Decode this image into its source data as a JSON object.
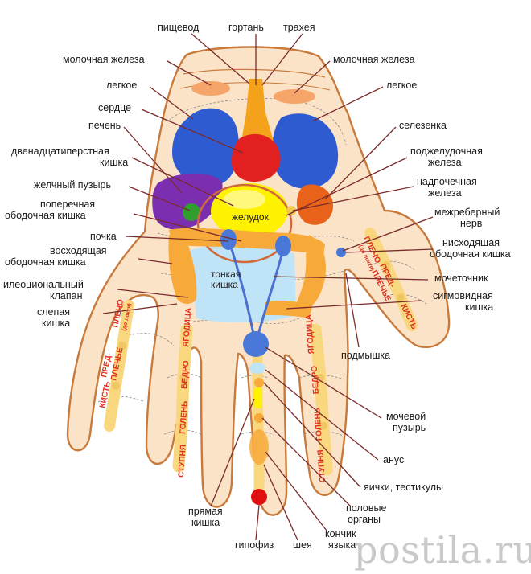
{
  "labels": {
    "esophagus": "пищевод",
    "larynx": "гортань",
    "trachea": "трахея",
    "mammary_left": "молочная железа",
    "mammary_right": "молочная железа",
    "lung_left": "легкое",
    "lung_right": "легкое",
    "heart": "сердце",
    "liver": "печень",
    "spleen": "селезенка",
    "duodenum_1": "двенадцатиперстная",
    "duodenum_2": "кишка",
    "pancreas_1": "поджелудочная",
    "pancreas_2": "железа",
    "gallbladder": "желчный пузырь",
    "adrenal_1": "надпочечная",
    "adrenal_2": "железа",
    "transverse_colon_1": "поперечная",
    "transverse_colon_2": "ободочная кишка",
    "intercostal_1": "межреберный",
    "intercostal_2": "нерв",
    "kidney": "почка",
    "descending_colon_1": "нисходящая",
    "descending_colon_2": "ободочная кишка",
    "ascending_colon_1": "восходящая",
    "ascending_colon_2": "ободочная кишка",
    "ureter": "мочеточник",
    "ileocecal_1": "илеоциональный",
    "ileocecal_2": "клапан",
    "sigmoid_colon_1": "сигмовидная",
    "sigmoid_colon_2": "кишка",
    "cecum_1": "слепая",
    "cecum_2": "кишка",
    "armpit": "подмышка",
    "bladder_1": "мочевой",
    "bladder_2": "пузырь",
    "anus": "анус",
    "testicles": "яички, тестикулы",
    "genitals_1": "половые",
    "genitals_2": "органы",
    "rectum_1": "прямая",
    "rectum_2": "кишка",
    "tongue_1": "кончик",
    "tongue_2": "языка",
    "pituitary": "гипофиз",
    "neck": "шея"
  },
  "organ_labels": {
    "stomach": "желудок",
    "small_intestine_1": "тонкая",
    "small_intestine_2": "кишка"
  },
  "zones": {
    "shoulder": "ПЛЕЧО",
    "to_elbow": "(до локтя)",
    "forearm_1": "ПРЕД-",
    "forearm_2": "ПЛЕЧЬЕ",
    "hand": "КИСТЬ",
    "buttock": "ЯГОДИЦА",
    "thigh": "БЕДРО",
    "shin": "ГОЛЕНЬ",
    "foot": "СТУПНЯ"
  },
  "watermark": "postila.ru",
  "colors": {
    "skin": "#fbe3c8",
    "skin_outline": "#c77a3c",
    "lung": "#2f5bd1",
    "heart": "#e32020",
    "liver": "#7b2fb0",
    "stomach": "#fff200",
    "colon": "#f7a93a",
    "small_intestine": "#bfe3f7",
    "kidney": "#4a78d8",
    "ureter": "#4a6fd0",
    "trachea": "#f4a21c",
    "bone": "#f9d77e",
    "zone_text": "#e0301e",
    "pituitary": "#e01010",
    "spleen": "#e8621a",
    "gallbladder": "#2f9e2f"
  }
}
